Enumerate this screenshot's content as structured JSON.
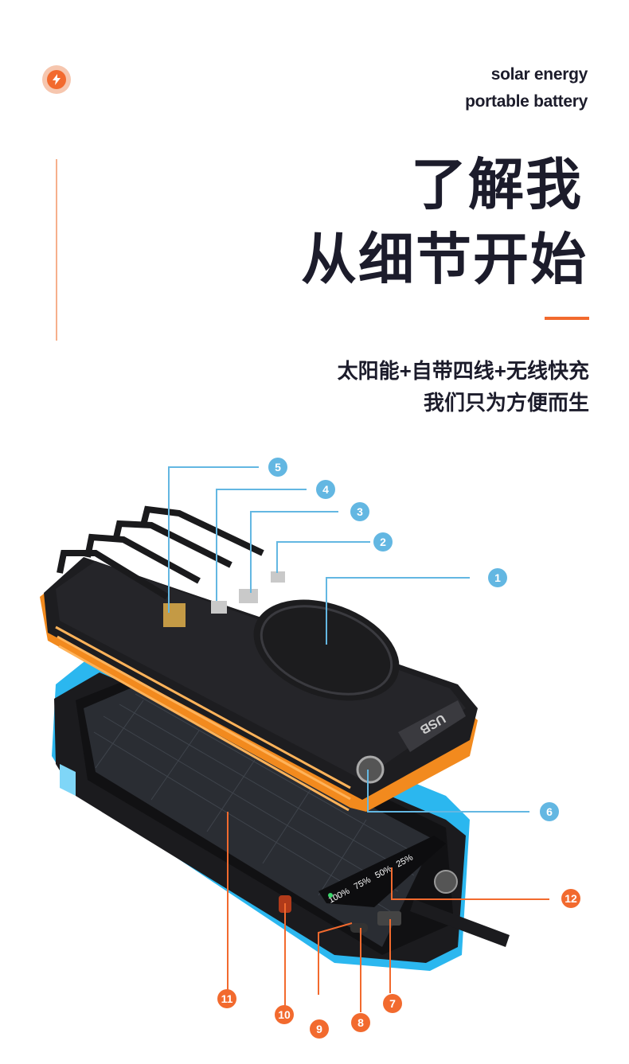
{
  "header": {
    "logo_icon": "lightning-bolt-icon",
    "tagline_line1": "solar energy",
    "tagline_line2": "portable battery"
  },
  "title": {
    "line1": "了解我",
    "line2": "从细节开始"
  },
  "subtitle": {
    "line1": "太阳能+自带四线+无线快充",
    "line2": "我们只为方便而生"
  },
  "callouts": [
    {
      "num": "1"
    },
    {
      "num": "2"
    },
    {
      "num": "3"
    },
    {
      "num": "4"
    },
    {
      "num": "5"
    },
    {
      "num": "6"
    },
    {
      "num": "7"
    },
    {
      "num": "8"
    },
    {
      "num": "9"
    },
    {
      "num": "10"
    },
    {
      "num": "11"
    },
    {
      "num": "12"
    }
  ],
  "device_labels": {
    "usb_label": "USB",
    "battery_levels": [
      "25%",
      "50%",
      "75%",
      "100%"
    ]
  },
  "colors": {
    "accent_orange": "#f26a2e",
    "callout_blue": "#63b7e2",
    "dark_text": "#1c1c2b",
    "device_orange": "#f28a1e",
    "device_blue": "#3fb6e8"
  }
}
